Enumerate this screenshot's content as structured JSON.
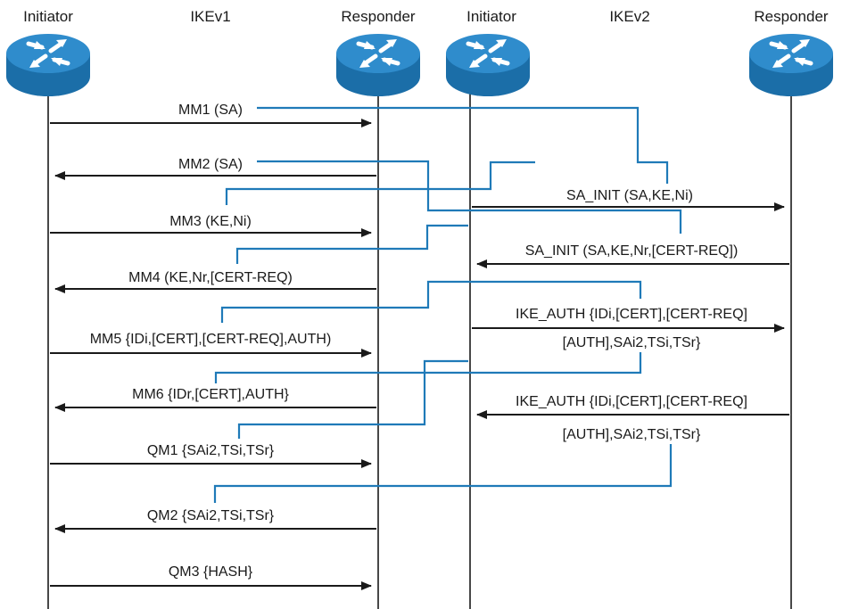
{
  "colors": {
    "router_body": "#1b6ea8",
    "router_top": "#2f8ccc",
    "link_lines": "#1f7ab8",
    "text": "#1a1a1a"
  },
  "icons": [
    "router-icon"
  ],
  "headers": {
    "initiator_v1": "Initiator",
    "ikev1": "IKEv1",
    "responder_v1": "Responder",
    "initiator_v2": "Initiator",
    "ikev2": "IKEv2",
    "responder_v2": "Responder"
  },
  "ikev1_messages": {
    "mm1": "MM1 (SA)",
    "mm2": "MM2 (SA)",
    "mm3": "MM3 (KE,Ni)",
    "mm4": "MM4 (KE,Nr,[CERT-REQ)",
    "mm5": "MM5 {IDi,[CERT],[CERT-REQ],AUTH)",
    "mm6": "MM6 {IDr,[CERT],AUTH}",
    "qm1": "QM1 {SAi2,TSi,TSr}",
    "qm2": "QM2 {SAi2,TSi,TSr}",
    "qm3": "QM3 {HASH}"
  },
  "ikev2_messages": {
    "sa_init_req": "SA_INIT (SA,KE,Ni)",
    "sa_init_resp": "SA_INIT (SA,KE,Nr,[CERT-REQ])",
    "ike_auth_req_line1": "IKE_AUTH {IDi,[CERT],[CERT-REQ]",
    "ike_auth_req_line2": "[AUTH],SAi2,TSi,TSr}",
    "ike_auth_resp_line1": "IKE_AUTH {IDi,[CERT],[CERT-REQ]",
    "ike_auth_resp_line2": "[AUTH],SAi2,TSi,TSr}"
  }
}
